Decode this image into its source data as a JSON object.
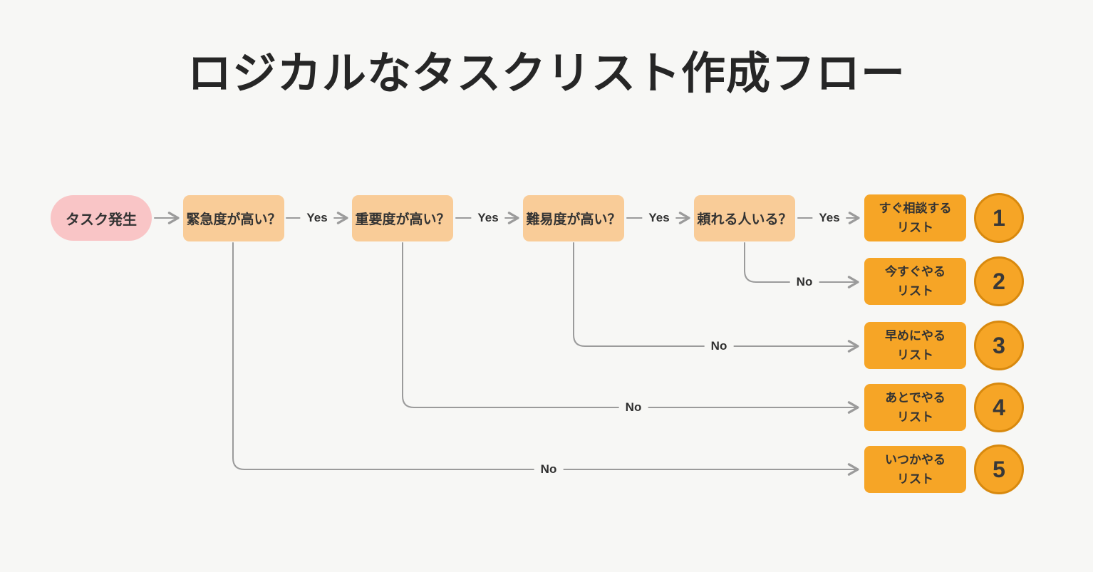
{
  "title": "ロジカルなタスクリスト作成フロー",
  "flow": {
    "start": {
      "label": "タスク発生"
    },
    "decisions": [
      {
        "label": "緊急度が高い？"
      },
      {
        "label": "重要度が高い？"
      },
      {
        "label": "難易度が高い？"
      },
      {
        "label": "頼れる人いる？"
      }
    ],
    "results": [
      {
        "line1": "すぐ相談する",
        "line2": "リスト",
        "number": "1"
      },
      {
        "line1": "今すぐやる",
        "line2": "リスト",
        "number": "2"
      },
      {
        "line1": "早めにやる",
        "line2": "リスト",
        "number": "3"
      },
      {
        "line1": "あとでやる",
        "line2": "リスト",
        "number": "4"
      },
      {
        "line1": "いつかやる",
        "line2": "リスト",
        "number": "5"
      }
    ],
    "labels": {
      "yes": "Yes",
      "no": "No"
    }
  },
  "colors": {
    "background": "#f7f7f5",
    "start_node": "#f9c5c6",
    "decision_node": "#f9cc98",
    "result_node": "#f6a526",
    "circle_border": "#d8890e",
    "connector": "#9b9b9b",
    "text": "#333333"
  }
}
